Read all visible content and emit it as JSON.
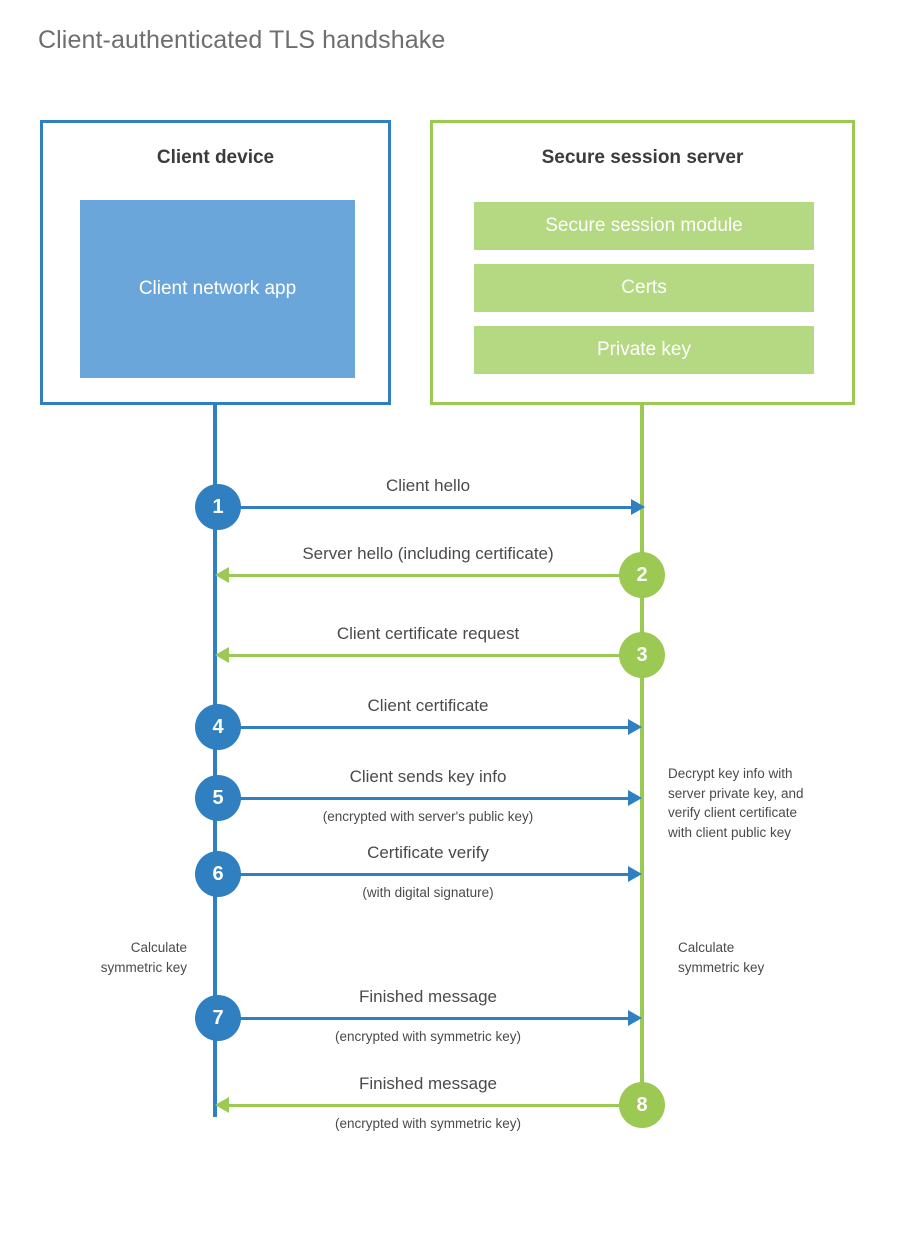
{
  "title": "Client-authenticated TLS handshake",
  "colors": {
    "blue": "#2F7FC1",
    "green": "#9CC954",
    "light_blue": "#6BA6DB",
    "light_green": "#B5D882",
    "title_text": "#6D6E70",
    "body_text": "#4A4A4C"
  },
  "actors": {
    "client": {
      "title": "Client device",
      "blocks": [
        {
          "label": "Client network app"
        }
      ]
    },
    "server": {
      "title": "Secure session server",
      "blocks": [
        {
          "label": "Secure session module"
        },
        {
          "label": "Certs"
        },
        {
          "label": "Private key"
        }
      ]
    }
  },
  "messages": [
    {
      "number": "1",
      "label": "Client hello",
      "sublabel": "",
      "direction": "client-to-server",
      "color": "blue"
    },
    {
      "number": "2",
      "label": "Server hello (including certificate)",
      "sublabel": "",
      "direction": "server-to-client",
      "color": "green"
    },
    {
      "number": "3",
      "label": "Client certificate request",
      "sublabel": "",
      "direction": "server-to-client",
      "color": "green"
    },
    {
      "number": "4",
      "label": "Client certificate",
      "sublabel": "",
      "direction": "client-to-server",
      "color": "blue"
    },
    {
      "number": "5",
      "label": "Client sends key info",
      "sublabel": "(encrypted with server's public key)",
      "direction": "client-to-server",
      "color": "blue"
    },
    {
      "number": "6",
      "label": "Certificate verify",
      "sublabel": "(with digital signature)",
      "direction": "client-to-server",
      "color": "blue"
    },
    {
      "number": "7",
      "label": "Finished message",
      "sublabel": "(encrypted with symmetric key)",
      "direction": "client-to-server",
      "color": "blue"
    },
    {
      "number": "8",
      "label": "Finished message",
      "sublabel": "(encrypted with symmetric key)",
      "direction": "server-to-client",
      "color": "green"
    }
  ],
  "notes": {
    "server_decrypt": "Decrypt key info with\nserver private key, and\nverify client certificate\nwith client public key",
    "client_calculate": "Calculate\nsymmetric key",
    "server_calculate": "Calculate\nsymmetric key"
  }
}
